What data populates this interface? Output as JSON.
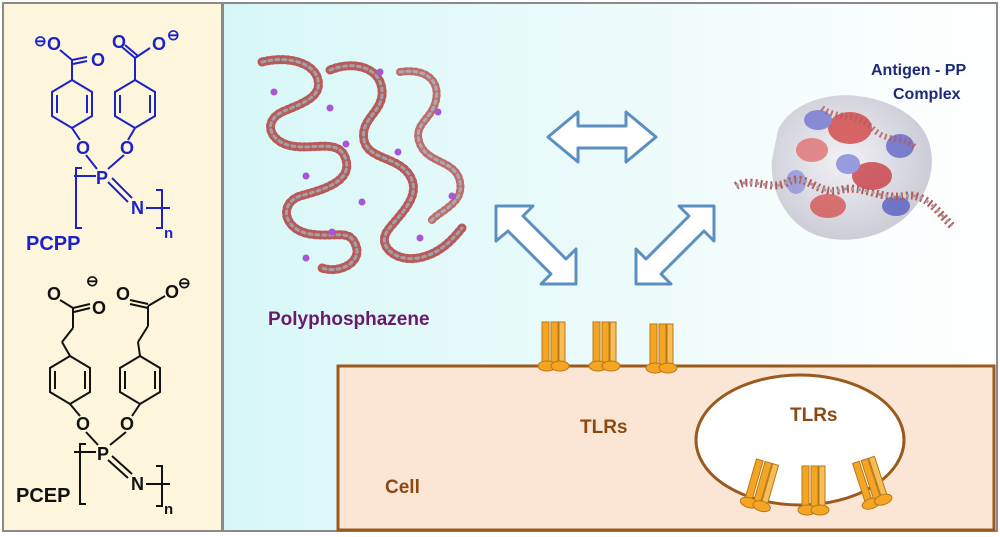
{
  "structures": {
    "pcpp": {
      "name": "PCPP",
      "atoms": {
        "o": "O",
        "p": "P",
        "n": "N",
        "charge": "⊖",
        "repeat": "n"
      },
      "color": "#1a22c8"
    },
    "pcep": {
      "name": "PCEP",
      "atoms": {
        "o": "O",
        "p": "P",
        "n": "N",
        "charge": "⊖",
        "repeat": "n"
      },
      "color": "#111111"
    }
  },
  "labels": {
    "polymer": "Polyphosphazene",
    "complex_line1": "Antigen - PP",
    "complex_line2": "Complex",
    "cell": "Cell",
    "tlrs_surface": "TLRs",
    "tlrs_endosome": "TLRs"
  },
  "colors": {
    "left_panel_bg": "#fdf6dc",
    "panel_border": "#8a8a8a",
    "cell_fill": "#fbe6d6",
    "cell_border": "#9a5a1e",
    "arrow_stroke": "#5b8fc2",
    "receptor": "#f4a623",
    "polymer_text": "#6a1a6e",
    "complex_text": "#1c2a78",
    "cell_text": "#8b4a12"
  }
}
